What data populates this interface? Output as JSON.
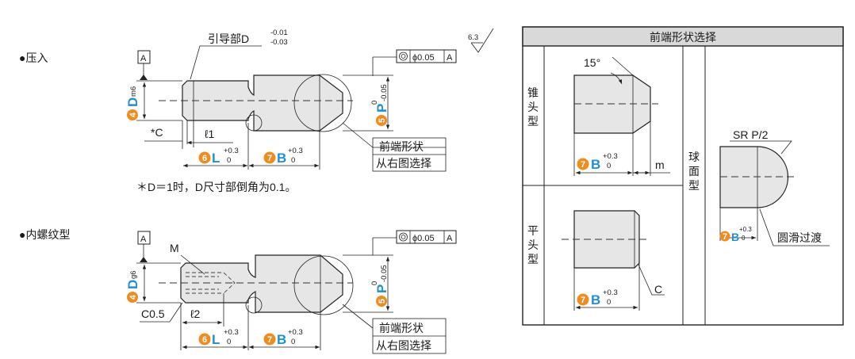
{
  "left": {
    "press_fit": {
      "type_label": "●压入",
      "datum_label": "A",
      "guide_label": "引导部D",
      "guide_tol_upper": "-0.01",
      "guide_tol_lower": "-0.03",
      "geo_tol_value": "ϕ0.05",
      "geo_tol_datum": "A",
      "surface_roughness": "6.3",
      "chamfer_label": "*C",
      "l1_label": "ℓ1",
      "d_num": "4",
      "d_label": "D",
      "d_fit": "m6",
      "p_num": "5",
      "p_label": "P",
      "p_tol_upper": "0",
      "p_tol_lower": "-0.05",
      "l_num": "6",
      "l_label": "L",
      "l_tol_upper": "+0.3",
      "l_tol_lower": "0",
      "b_num": "7",
      "b_label": "B",
      "b_tol_upper": "+0.3",
      "b_tol_lower": "0",
      "tip_shape_line1": "前端形状",
      "tip_shape_line2": "从右图选择",
      "note": "＊D＝1时，D尺寸部倒角为0.1。"
    },
    "internal_thread": {
      "type_label": "●内螺纹型",
      "datum_label": "A",
      "m_label": "M",
      "geo_tol_value": "ϕ0.05",
      "geo_tol_datum": "A",
      "c_label": "C0.5",
      "l2_label": "ℓ2",
      "d_num": "4",
      "d_label": "D",
      "d_fit": "g6",
      "p_num": "5",
      "p_label": "P",
      "p_tol_upper": "0",
      "p_tol_lower": "-0.05",
      "l_num": "6",
      "l_label": "L",
      "l_tol_upper": "+0.3",
      "l_tol_lower": "0",
      "b_num": "7",
      "b_label": "B",
      "b_tol_upper": "+0.3",
      "b_tol_lower": "0",
      "tip_shape_line1": "前端形状",
      "tip_shape_line2": "从右图选择"
    }
  },
  "right": {
    "title": "前端形状选择",
    "cone": {
      "label": "锥头型",
      "angle_label": "15°",
      "b_num": "7",
      "b_label": "B",
      "b_tol_upper": "+0.3",
      "b_tol_lower": "0",
      "m_label": "m"
    },
    "flat": {
      "label": "平头型",
      "c_label": "C",
      "b_num": "7",
      "b_label": "B",
      "b_tol_upper": "+0.3",
      "b_tol_lower": "0"
    },
    "sphere": {
      "label": "球面型",
      "sr_label": "SR P/2",
      "smooth_label": "圆滑过渡",
      "b_num": "7",
      "b_label": "B",
      "b_tol_upper": "+0.3",
      "b_tol_lower": "0"
    }
  },
  "colors": {
    "badge": "#f08c1e",
    "dim_letter": "#1f8fd6",
    "part_fill": "#e6e6e6",
    "header_fill": "#d9d9d9"
  }
}
